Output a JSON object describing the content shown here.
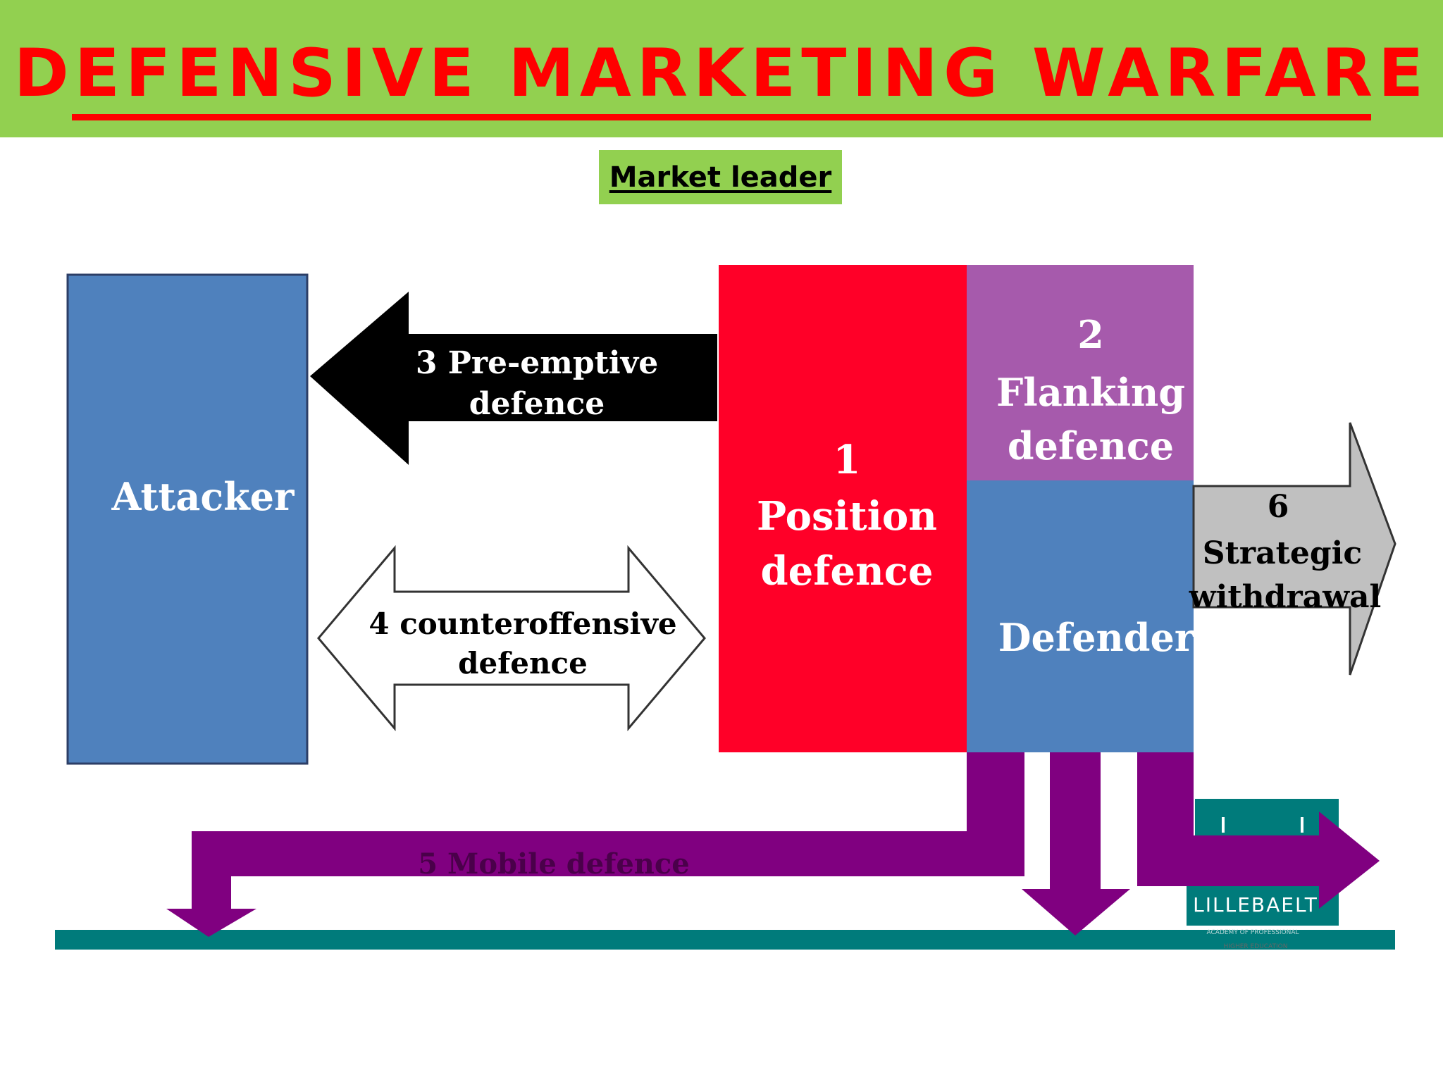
{
  "title": "DEFENSIVE MARKETING WARFARE",
  "subtitle": "Market leader",
  "diagram": {
    "attacker": "Attacker",
    "preemptive": {
      "line1": "3 Pre-emptive",
      "line2": "defence"
    },
    "counteroffensive": {
      "line1": "4 counteroffensive",
      "line2": "defence"
    },
    "position": {
      "line1": "1",
      "line2": "Position",
      "line3": "defence"
    },
    "flanking": {
      "line1": "2",
      "line2": "Flanking",
      "line3": "defence"
    },
    "defender": "Defender",
    "withdrawal": {
      "line1": "6",
      "line2": "Strategic",
      "line3": "withdrawal"
    },
    "mobile": "5 Mobile defence"
  },
  "logo": {
    "name": "LILLEBAELT",
    "tagline1": "ACADEMY OF PROFESSIONAL",
    "tagline2": "HIGHER EDUCATION"
  },
  "colors": {
    "title_bar": "#92d050",
    "title_text": "#ff0000",
    "attacker": "#4f81bd",
    "position": "#ff0028",
    "flanking": "#a65aac",
    "defender": "#4f81bd",
    "mobile": "#800080",
    "baseline": "#007b7b",
    "withdrawal": "#c0c0c0"
  }
}
